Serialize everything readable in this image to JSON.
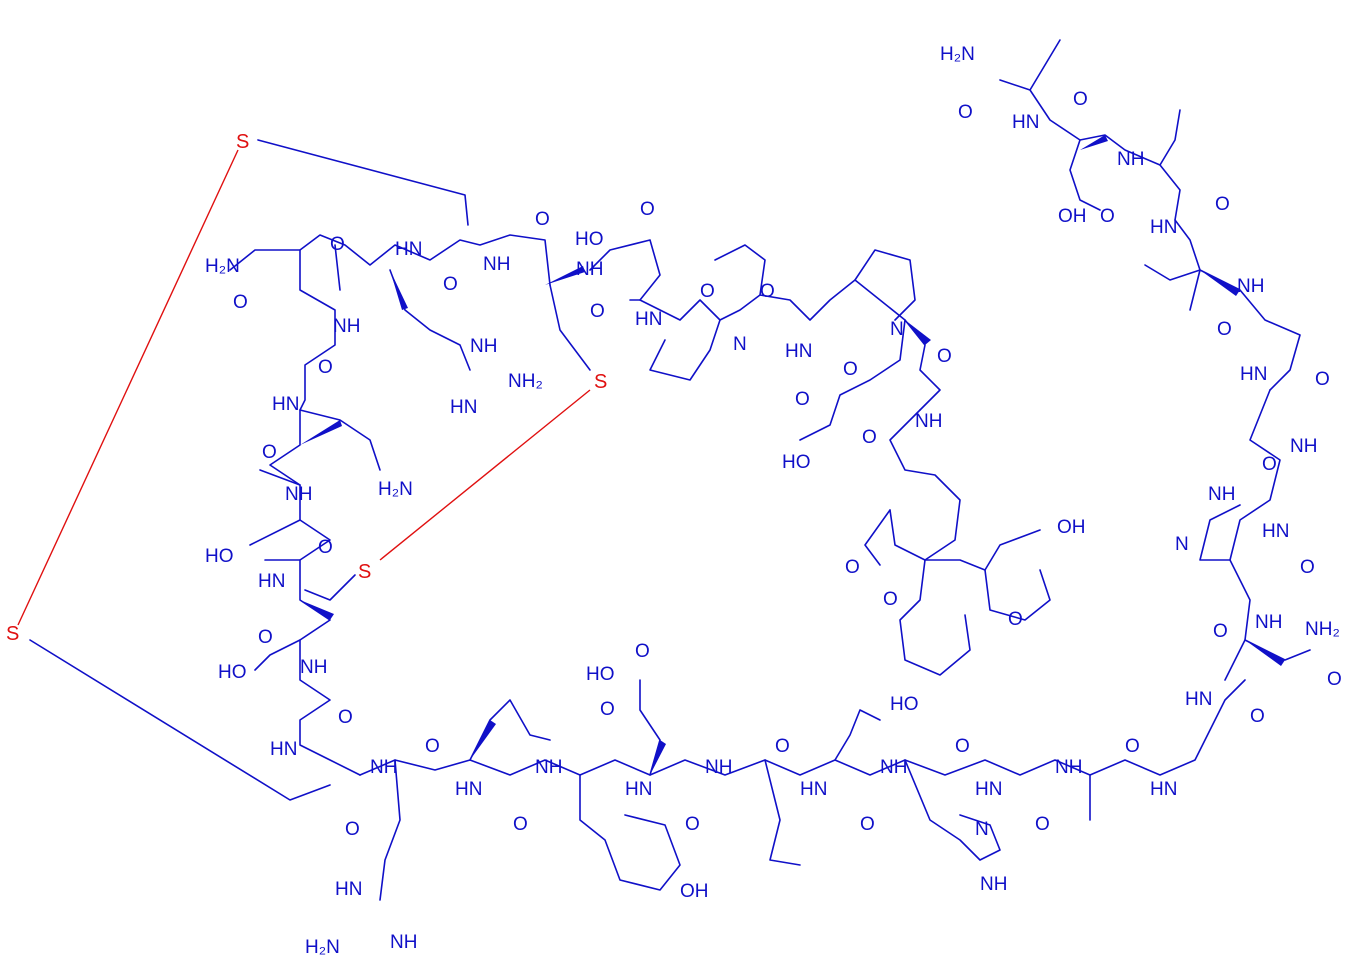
{
  "diagram": {
    "atom_labels": {
      "s": "S",
      "nh": "NH",
      "hn": "HN",
      "n": "N",
      "o": "O",
      "oh": "OH",
      "ho": "HO",
      "hn_imine": "HN",
      "nh_imine": "NH",
      "h2n": "H₂N",
      "nh2": "NH₂",
      "h2n_plain": "H",
      "two": "2"
    },
    "colors": {
      "atom": "#1010c8",
      "disulfide": "#e01010"
    }
  }
}
